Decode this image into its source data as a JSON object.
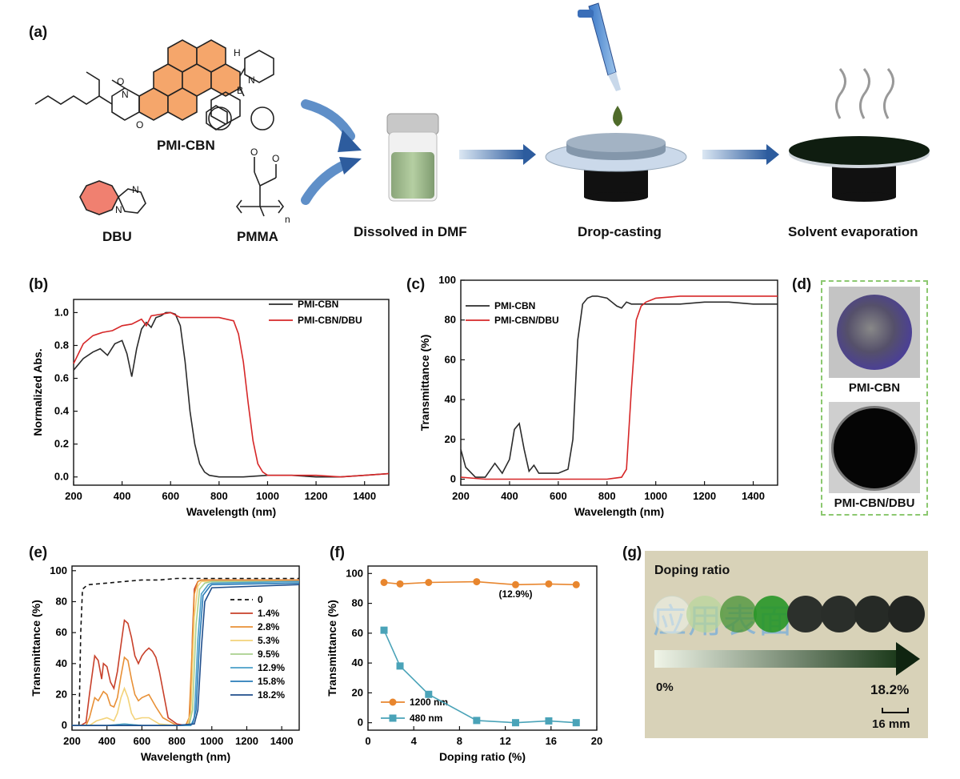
{
  "panel_a": {
    "label": "(a)",
    "molecules": {
      "main": "PMI-CBN",
      "base": "DBU",
      "polymer": "PMMA"
    },
    "chem_atoms": {
      "h": "H",
      "n": "N",
      "b": "B",
      "o": "O",
      "n_sub": "n"
    },
    "steps": [
      "Dissolved in DMF",
      "Drop-casting",
      "Solvent evaporation"
    ]
  },
  "panel_d": {
    "label": "(d)",
    "captions": [
      "PMI-CBN",
      "PMI-CBN/DBU"
    ]
  },
  "panel_g": {
    "label": "(g)",
    "title": "Doping ratio",
    "start": "0%",
    "end": "18.2%",
    "scale": "16 mm",
    "bg_text": "应用表面"
  },
  "colors": {
    "orange_ring": "#f5a66b",
    "red_ring": "#f08070",
    "arrow_blue": "#2d5c9e",
    "dark_film": "#0f1d10",
    "green_arrow": "#0f2410",
    "photo_bg": "#d8d2b8",
    "border_green": "#8cc870"
  },
  "chart_data": [
    {
      "id": "b",
      "panel_label": "(b)",
      "type": "line",
      "xlabel": "Wavelength (nm)",
      "ylabel": "Normalized Abs.",
      "xlim": [
        200,
        1500
      ],
      "ylim": [
        -0.05,
        1.08
      ],
      "xticks": [
        200,
        400,
        600,
        800,
        1000,
        1200,
        1400
      ],
      "yticks": [
        0.0,
        0.2,
        0.4,
        0.6,
        0.8,
        1.0
      ],
      "ytick_labels": [
        "0.0",
        "0.2",
        "0.4",
        "0.6",
        "0.8",
        "1.0"
      ],
      "legend": "top-right",
      "series": [
        {
          "name": "PMI-CBN",
          "color": "#2b2b2b",
          "x": [
            200,
            240,
            280,
            310,
            340,
            370,
            400,
            420,
            440,
            460,
            480,
            500,
            520,
            540,
            560,
            580,
            600,
            620,
            640,
            660,
            680,
            700,
            720,
            740,
            760,
            800,
            900,
            1000,
            1100,
            1200,
            1300,
            1400,
            1500
          ],
          "y": [
            0.65,
            0.72,
            0.76,
            0.78,
            0.74,
            0.81,
            0.83,
            0.75,
            0.61,
            0.78,
            0.9,
            0.94,
            0.91,
            0.97,
            0.98,
            1.0,
            1.0,
            0.99,
            0.92,
            0.7,
            0.4,
            0.2,
            0.08,
            0.03,
            0.01,
            0.0,
            0.0,
            0.01,
            0.01,
            0.0,
            0.0,
            0.01,
            0.02
          ]
        },
        {
          "name": "PMI-CBN/DBU",
          "color": "#d62728",
          "x": [
            200,
            240,
            280,
            320,
            360,
            400,
            440,
            480,
            500,
            520,
            560,
            600,
            640,
            700,
            800,
            860,
            880,
            900,
            920,
            940,
            960,
            980,
            1000,
            1100,
            1200,
            1300,
            1400,
            1500
          ],
          "y": [
            0.69,
            0.81,
            0.86,
            0.88,
            0.89,
            0.92,
            0.93,
            0.96,
            0.92,
            0.98,
            0.99,
            1.0,
            0.97,
            0.97,
            0.97,
            0.95,
            0.87,
            0.7,
            0.45,
            0.22,
            0.08,
            0.03,
            0.01,
            0.01,
            0.01,
            0.0,
            0.01,
            0.02
          ]
        }
      ]
    },
    {
      "id": "c",
      "panel_label": "(c)",
      "type": "line",
      "xlabel": "Wavelength (nm)",
      "ylabel": "Transmittance (%)",
      "xlim": [
        200,
        1500
      ],
      "ylim": [
        -3,
        100
      ],
      "xticks": [
        200,
        400,
        600,
        800,
        1000,
        1200,
        1400
      ],
      "yticks": [
        0,
        20,
        40,
        60,
        80,
        100
      ],
      "ytick_labels": [
        "0",
        "20",
        "40",
        "60",
        "80",
        "100"
      ],
      "legend": "top-left",
      "series": [
        {
          "name": "PMI-CBN",
          "color": "#2b2b2b",
          "x": [
            200,
            220,
            260,
            300,
            340,
            370,
            400,
            420,
            440,
            460,
            480,
            500,
            520,
            560,
            600,
            640,
            660,
            680,
            700,
            720,
            740,
            760,
            800,
            840,
            860,
            880,
            900,
            1000,
            1100,
            1200,
            1300,
            1400,
            1500
          ],
          "y": [
            15,
            6,
            1,
            1,
            8,
            3,
            10,
            25,
            28,
            15,
            4,
            7,
            3,
            3,
            3,
            5,
            20,
            70,
            88,
            91,
            92,
            92,
            91,
            87,
            86,
            89,
            88,
            88,
            88,
            89,
            89,
            88,
            88
          ]
        },
        {
          "name": "PMI-CBN/DBU",
          "color": "#d62728",
          "x": [
            200,
            300,
            400,
            500,
            600,
            700,
            800,
            860,
            880,
            900,
            920,
            940,
            960,
            980,
            1000,
            1100,
            1200,
            1300,
            1400,
            1500
          ],
          "y": [
            1,
            0,
            0,
            0,
            0,
            0,
            0,
            1,
            5,
            45,
            80,
            87,
            89,
            90,
            91,
            92,
            92,
            92,
            92,
            92
          ]
        }
      ]
    },
    {
      "id": "e",
      "panel_label": "(e)",
      "type": "line",
      "xlabel": "Wavelength (nm)",
      "ylabel": "Transmittance (%)",
      "xlim": [
        200,
        1500
      ],
      "ylim": [
        -3,
        103
      ],
      "xticks": [
        200,
        400,
        600,
        800,
        1000,
        1200,
        1400
      ],
      "yticks": [
        0,
        20,
        40,
        60,
        80,
        100
      ],
      "ytick_labels": [
        "0",
        "20",
        "40",
        "60",
        "80",
        "100"
      ],
      "legend": "right",
      "series": [
        {
          "name": "0",
          "color": "#111111",
          "dashed": true,
          "x": [
            240,
            250,
            260,
            280,
            300,
            400,
            500,
            600,
            700,
            800,
            880,
            900,
            1000,
            1200,
            1400,
            1500
          ],
          "y": [
            0,
            60,
            88,
            90,
            91,
            92,
            93,
            94,
            94,
            95,
            95,
            95,
            95,
            95,
            95,
            95
          ]
        },
        {
          "name": "1.4%",
          "color": "#c8402a",
          "x": [
            200,
            250,
            280,
            300,
            330,
            350,
            370,
            380,
            400,
            420,
            440,
            460,
            480,
            500,
            520,
            540,
            560,
            580,
            600,
            620,
            640,
            660,
            680,
            700,
            750,
            800,
            850,
            870,
            880,
            890,
            900,
            920,
            940,
            1000,
            1200,
            1500
          ],
          "y": [
            0,
            0,
            2,
            20,
            45,
            42,
            30,
            40,
            38,
            28,
            24,
            35,
            52,
            68,
            66,
            57,
            45,
            40,
            45,
            48,
            50,
            48,
            44,
            35,
            5,
            1,
            0,
            1,
            20,
            60,
            88,
            93,
            94,
            94,
            94,
            94
          ]
        },
        {
          "name": "2.8%",
          "color": "#e89036",
          "x": [
            200,
            280,
            300,
            330,
            350,
            380,
            400,
            420,
            440,
            460,
            480,
            500,
            520,
            540,
            560,
            580,
            600,
            640,
            680,
            720,
            800,
            850,
            870,
            890,
            900,
            920,
            940,
            1000,
            1500
          ],
          "y": [
            0,
            0,
            5,
            18,
            16,
            22,
            20,
            13,
            12,
            18,
            32,
            44,
            42,
            30,
            20,
            16,
            18,
            20,
            12,
            5,
            0,
            0,
            5,
            55,
            85,
            93,
            94,
            94,
            94
          ]
        },
        {
          "name": "5.3%",
          "color": "#f3d37a",
          "x": [
            200,
            300,
            340,
            400,
            440,
            460,
            480,
            500,
            520,
            540,
            560,
            600,
            640,
            700,
            800,
            860,
            880,
            900,
            920,
            940,
            1000,
            1500
          ],
          "y": [
            0,
            0,
            3,
            5,
            3,
            8,
            18,
            24,
            18,
            8,
            4,
            5,
            5,
            1,
            0,
            0,
            8,
            70,
            90,
            93,
            93,
            93
          ]
        },
        {
          "name": "9.5%",
          "color": "#a9d18e",
          "x": [
            200,
            400,
            500,
            600,
            800,
            870,
            890,
            910,
            930,
            960,
            1000,
            1500
          ],
          "y": [
            0,
            0,
            1,
            0,
            0,
            0,
            10,
            65,
            88,
            92,
            93,
            93
          ]
        },
        {
          "name": "12.9%",
          "color": "#4a9fc8",
          "x": [
            200,
            400,
            500,
            600,
            800,
            880,
            900,
            920,
            940,
            980,
            1000,
            1500
          ],
          "y": [
            0,
            0,
            1,
            0,
            0,
            0,
            5,
            55,
            85,
            91,
            92,
            93
          ]
        },
        {
          "name": "15.8%",
          "color": "#2a7bb8",
          "x": [
            200,
            400,
            600,
            800,
            890,
            910,
            930,
            950,
            990,
            1000,
            1500
          ],
          "y": [
            0,
            0,
            0,
            0,
            1,
            10,
            55,
            84,
            90,
            91,
            92
          ]
        },
        {
          "name": "18.2%",
          "color": "#1f4e8c",
          "x": [
            200,
            400,
            600,
            800,
            900,
            920,
            940,
            960,
            1000,
            1500
          ],
          "y": [
            0,
            0,
            0,
            0,
            1,
            10,
            50,
            80,
            89,
            91
          ]
        }
      ]
    },
    {
      "id": "f",
      "panel_label": "(f)",
      "type": "scatter",
      "xlabel": "Doping ratio (%)",
      "ylabel": "Transmittance (%)",
      "xlim": [
        0,
        20
      ],
      "ylim": [
        -5,
        105
      ],
      "xticks": [
        0,
        4,
        8,
        12,
        16,
        20
      ],
      "yticks": [
        0,
        20,
        40,
        60,
        80,
        100
      ],
      "ytick_labels": [
        "0",
        "20",
        "40",
        "60",
        "80",
        "100"
      ],
      "legend": "bottom-left",
      "annotation": "(12.9%)",
      "series": [
        {
          "name": "1200 nm",
          "color": "#e8862e",
          "marker": "circle",
          "x": [
            1.4,
            2.8,
            5.3,
            9.5,
            12.9,
            15.8,
            18.2
          ],
          "y": [
            94,
            93,
            94,
            94.5,
            92.5,
            93,
            92.5
          ]
        },
        {
          "name": "480 nm",
          "color": "#4aa3b8",
          "marker": "square",
          "x": [
            1.4,
            2.8,
            5.3,
            9.5,
            12.9,
            15.8,
            18.2
          ],
          "y": [
            62,
            38,
            19,
            1.5,
            0,
            1.2,
            0
          ]
        }
      ]
    }
  ]
}
